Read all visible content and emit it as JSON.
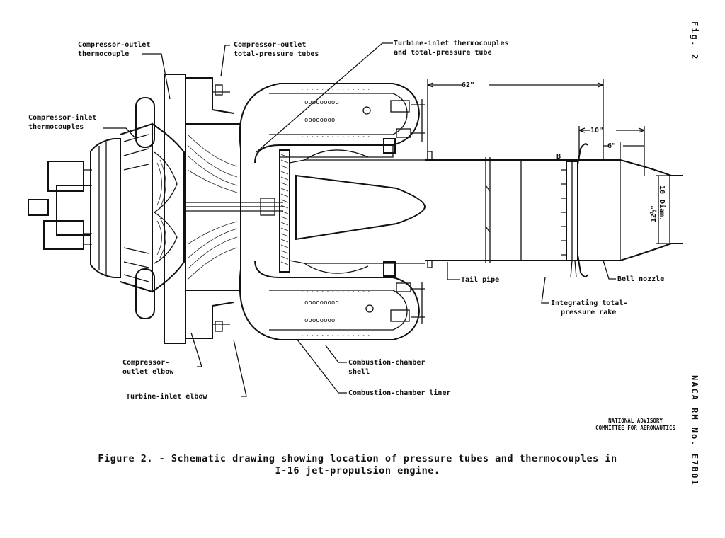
{
  "labels": {
    "compressor_outlet_thermocouple": [
      "Compressor-outlet",
      "thermocouple"
    ],
    "compressor_outlet_total_pressure_tubes": [
      "Compressor-outlet",
      "total-pressure tubes"
    ],
    "turbine_inlet_thermocouples": [
      "Turbine-inlet thermocouples",
      "and total-pressure tube"
    ],
    "compressor_inlet_thermocouples": [
      "Compressor-inlet",
      "thermocouples"
    ],
    "tail_pipe": "Tail pipe",
    "bell_nozzle": "Bell nozzle",
    "integrating_rake": [
      "Integrating total-",
      "pressure rake"
    ],
    "compressor_outlet_elbow": [
      "Compressor-",
      "outlet elbow"
    ],
    "combustion_chamber_shell": [
      "Combustion-chamber",
      "shell"
    ],
    "turbine_inlet_elbow": "Turbine-inlet elbow",
    "combustion_chamber_liner": "Combustion-chamber liner"
  },
  "dimensions": {
    "d62": "62\"",
    "d10": "10\"",
    "d6": "6\"",
    "diam_a": "10",
    "diam_b": "Diam.",
    "diam_c": "12½\"",
    "station": "B"
  },
  "credit": [
    "NATIONAL ADVISORY",
    "COMMITTEE FOR AERONAUTICS"
  ],
  "caption": [
    "Figure 2. - Schematic drawing showing location of pressure tubes and thermocouples in",
    "I-16 jet-propulsion engine."
  ],
  "side_text": {
    "fig": "Fig. 2",
    "report": "NACA RM No. E7B01"
  }
}
